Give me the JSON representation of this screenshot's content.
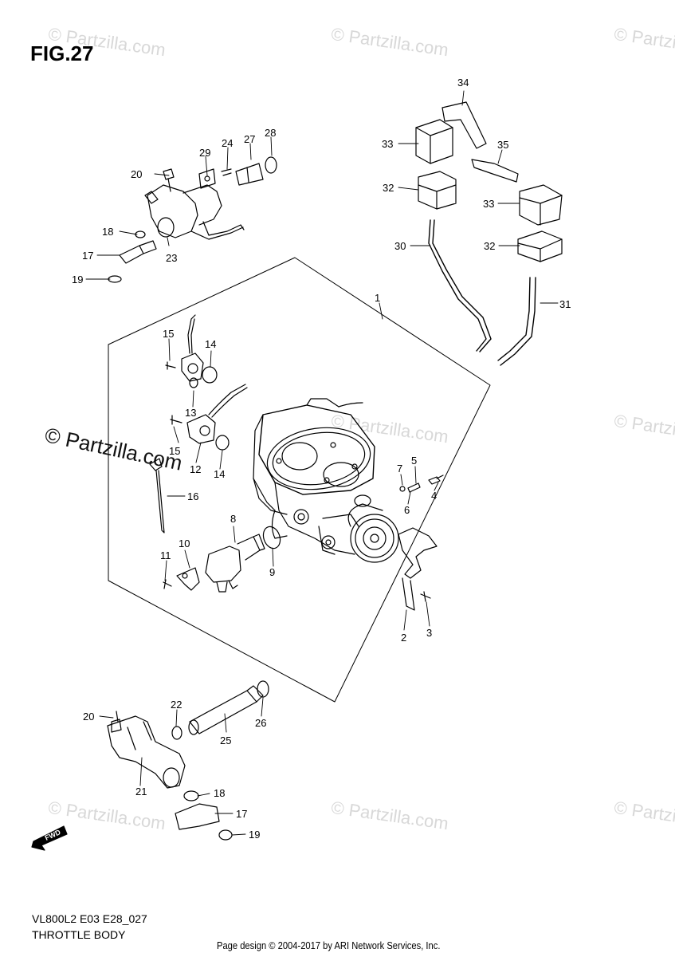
{
  "figure": {
    "title": "FIG.27",
    "code": "VL800L2 E03 E28_027",
    "name": "THROTTLE BODY",
    "footer": "Page design © 2004-2017 by ARI Network Services, Inc."
  },
  "watermark": {
    "text": "© Partzilla.com",
    "color": "#d8d8d8"
  },
  "fwd_label": "FWD",
  "callouts": [
    "1",
    "2",
    "3",
    "4",
    "5",
    "6",
    "7",
    "8",
    "9",
    "10",
    "11",
    "12",
    "13",
    "14",
    "14",
    "15",
    "15",
    "16",
    "17",
    "17",
    "18",
    "18",
    "19",
    "19",
    "20",
    "20",
    "21",
    "22",
    "23",
    "24",
    "25",
    "26",
    "27",
    "28",
    "29",
    "30",
    "31",
    "32",
    "32",
    "33",
    "33",
    "34",
    "35"
  ]
}
